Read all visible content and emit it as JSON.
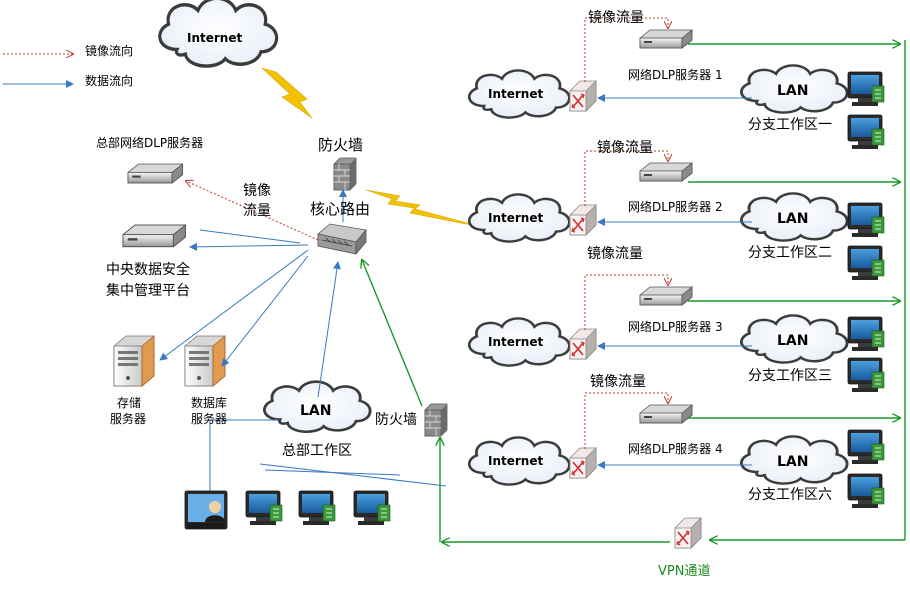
{
  "legend": {
    "mirror_flow": "镜像流向",
    "data_flow": "数据流向"
  },
  "hq": {
    "internet_cloud": "Internet",
    "firewall_top": "防火墙",
    "hq_dlp_server": "总部网络DLP服务器",
    "mirror_traffic": [
      "镜像",
      "流量"
    ],
    "core_router": "核心路由",
    "central_platform": [
      "中央数据安全",
      "集中管理平台"
    ],
    "storage_server": [
      "存储",
      "服务器"
    ],
    "db_server": [
      "数据库",
      "服务器"
    ],
    "lan_cloud": "LAN",
    "workarea": "总部工作区",
    "firewall_bottom": "防火墙"
  },
  "branches": [
    {
      "internet": "Internet",
      "dlp_label": "网络DLP服务器 1",
      "mirror_label": "镜像流量",
      "lan": "LAN",
      "workarea": "分支工作区一"
    },
    {
      "internet": "Internet",
      "dlp_label": "网络DLP服务器 2",
      "mirror_label": "镜像流量",
      "lan": "LAN",
      "workarea": "分支工作区二"
    },
    {
      "internet": "Internet",
      "dlp_label": "网络DLP服务器 3",
      "mirror_label": "镜像流量",
      "lan": "LAN",
      "workarea": "分支工作区三"
    },
    {
      "internet": "Internet",
      "dlp_label": "网络DLP服务器 4",
      "mirror_label": "镜像流量",
      "lan": "LAN",
      "workarea": "分支工作区六"
    }
  ],
  "branch_mirror_top": "镜像流量",
  "vpn_label": "VPN通道",
  "colors": {
    "mirror": "#c0392b",
    "data": "#3a78c2",
    "vpn": "#1a9a2a",
    "lightning": "#f2c200",
    "cloud": "#4a4a4a"
  }
}
